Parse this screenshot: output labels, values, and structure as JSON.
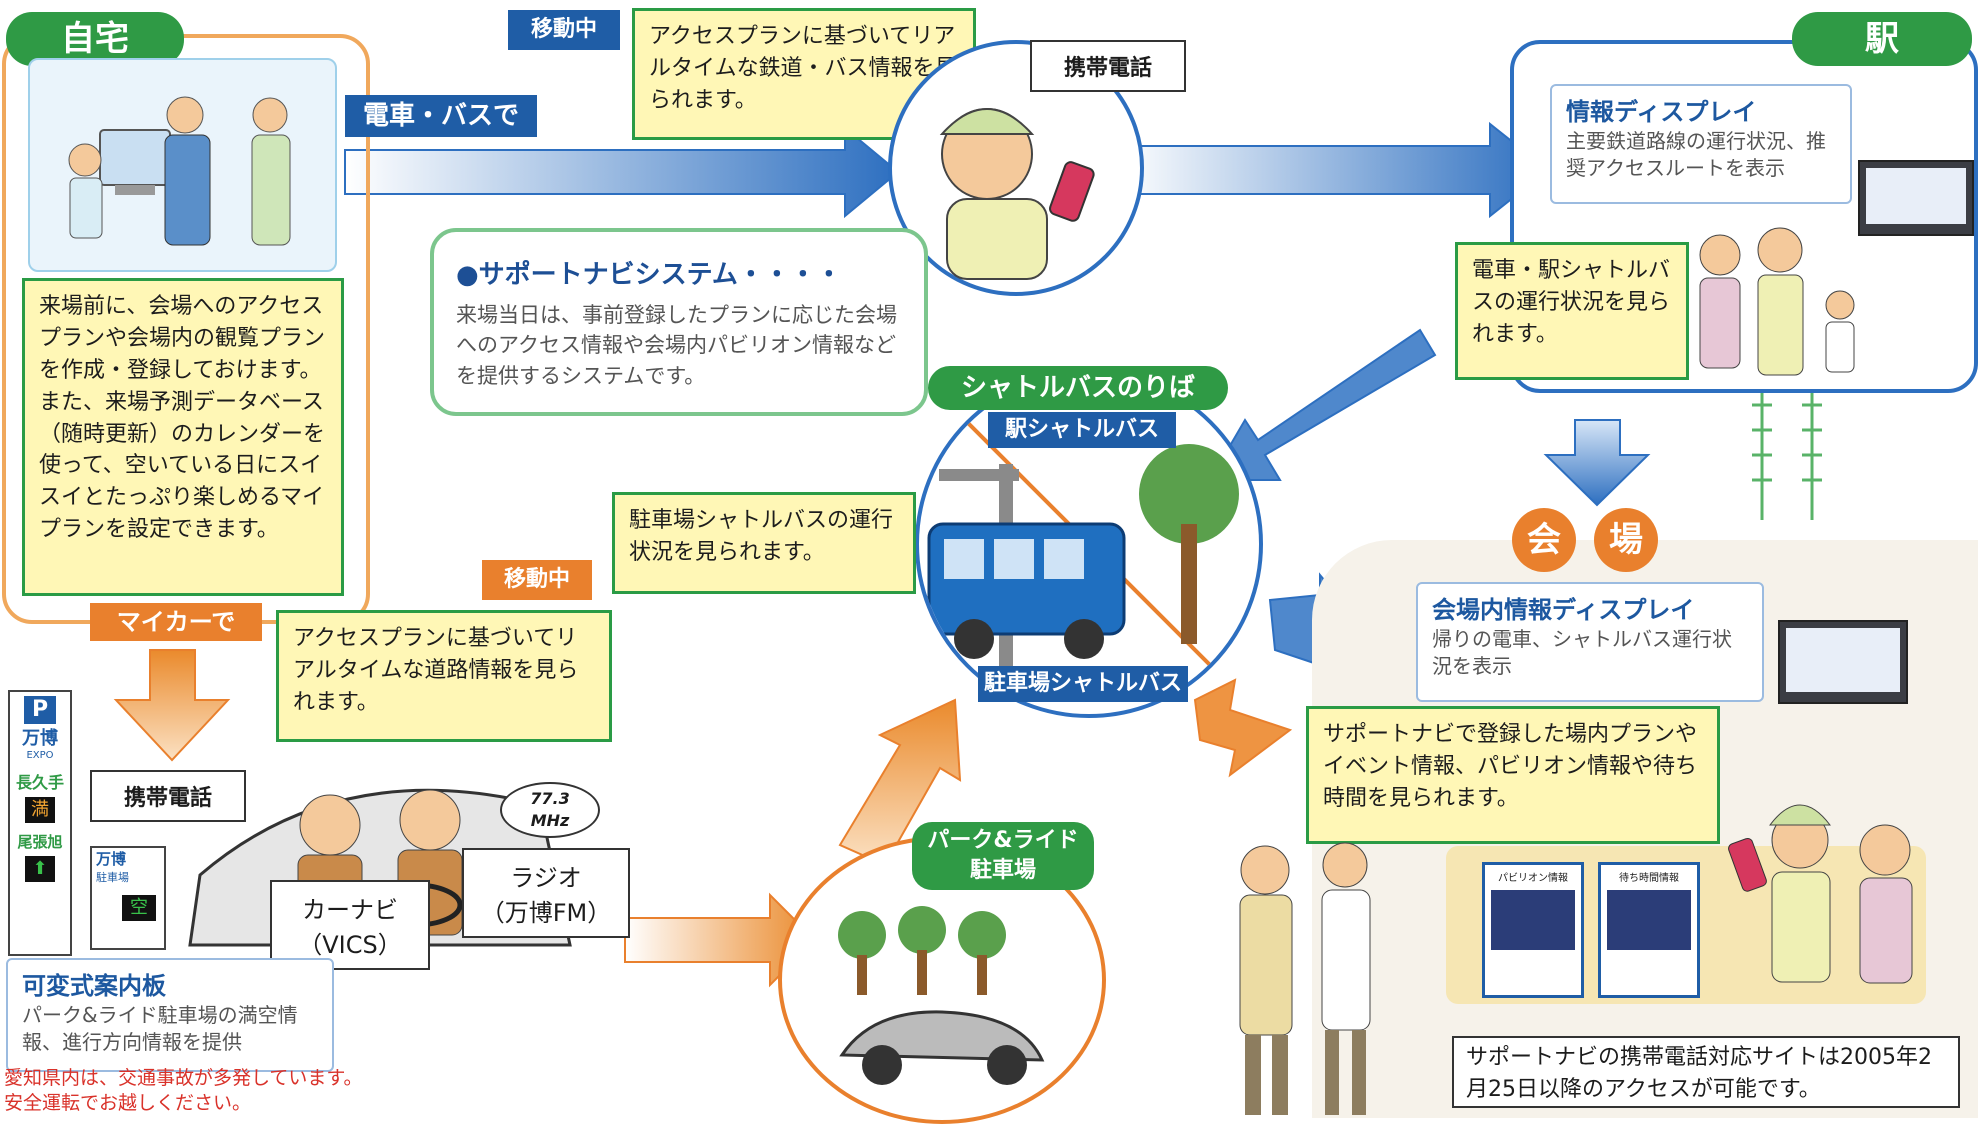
{
  "home": {
    "title": "自宅",
    "description": "来場前に、会場へのアクセスプランや会場内の観覧プランを作成・登録しておけます。また、来場予測データベース（随時更新）のカレンダーを使って、空いている日にスイスイとたっぷり楽しめるマイプランを設定できます。"
  },
  "train_route": {
    "moving_label": "移動中",
    "mode_label": "電車・バスで",
    "bubble": "アクセスプランに基づいてリアルタイムな鉄道・バス情報を見られます。",
    "phone_label": "携帯電話"
  },
  "support_navi": {
    "title": "●サポートナビシステム・・・・",
    "description": "来場当日は、事前登録したプランに応じた会場へのアクセス情報や会場内パビリオン情報などを提供するシステムです。"
  },
  "station": {
    "title": "駅",
    "display_title": "情報ディスプレイ",
    "display_body": "主要鉄道路線の運行状況、推奨アクセスルートを表示",
    "bubble": "電車・駅シャトルバスの運行状況を見られます。"
  },
  "shuttle": {
    "stop_label": "シャトルバスのりば",
    "station_shuttle": "駅シャトルバス",
    "parking_shuttle": "駐車場シャトルバス",
    "bubble": "駐車場シャトルバスの運行状況を見られます。"
  },
  "venue": {
    "label_1": "会",
    "label_2": "場",
    "display_title": "会場内情報ディスプレイ",
    "display_body": "帰りの電車、シャトルバス運行状況を表示",
    "bubble": "サポートナビで登録した場内プランやイベント情報、パビリオン情報や待ち時間を見られます。",
    "note": "サポートナビの携帯電話対応サイトは2005年2月25日以降のアクセスが可能です。",
    "screen1_title": "パビリオン情報",
    "screen2_title": "待ち時間情報"
  },
  "car_route": {
    "mode_label": "マイカーで",
    "moving_label": "移動中",
    "bubble": "アクセスプランに基づいてリアルタイムな道路情報を見られます。",
    "phone_label": "携帯電話",
    "carnavi_label": "カーナビ\n（VICS）",
    "radio_label": "ラジオ\n（万博FM）",
    "radio_freq": "77.3\nMHz"
  },
  "park_ride": {
    "label": "パーク&ライド\n駐車場"
  },
  "sign": {
    "title": "可変式案内板",
    "body": "パーク&ライド駐車場の満空情報、進行方向情報を提供",
    "p": "P",
    "banpaku": "万博",
    "expo": "EXPO",
    "nagakute": "長久手",
    "full": "満",
    "owariasahi": "尾張旭",
    "parking": "駐車場",
    "vacant": "空"
  },
  "warning": "愛知県内は、交通事故が多発しています。\n安全運転でお越しください。",
  "colors": {
    "green": "#2f9a45",
    "navy": "#1f5da6",
    "orange": "#e9802d",
    "blue_arrow": "#3a78c4",
    "yellow_bg": "#fff7b6",
    "warning_red": "#d9322a"
  }
}
